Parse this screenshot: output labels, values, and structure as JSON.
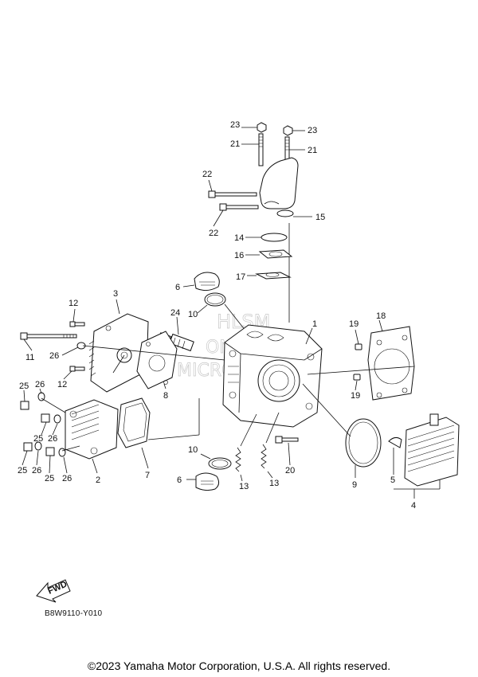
{
  "diagram": {
    "callouts": [
      {
        "id": "23a",
        "text": "23"
      },
      {
        "id": "23b",
        "text": "23"
      },
      {
        "id": "21a",
        "text": "21"
      },
      {
        "id": "21b",
        "text": "21"
      },
      {
        "id": "22a",
        "text": "22"
      },
      {
        "id": "22b",
        "text": "22"
      },
      {
        "id": "15",
        "text": "15"
      },
      {
        "id": "14",
        "text": "14"
      },
      {
        "id": "16",
        "text": "16"
      },
      {
        "id": "17",
        "text": "17"
      },
      {
        "id": "6a",
        "text": "6"
      },
      {
        "id": "10a",
        "text": "10"
      },
      {
        "id": "24",
        "text": "24"
      },
      {
        "id": "3",
        "text": "3"
      },
      {
        "id": "12a",
        "text": "12"
      },
      {
        "id": "11",
        "text": "11"
      },
      {
        "id": "26a",
        "text": "26"
      },
      {
        "id": "12b",
        "text": "12"
      },
      {
        "id": "8",
        "text": "8"
      },
      {
        "id": "1",
        "text": "1"
      },
      {
        "id": "19a",
        "text": "19"
      },
      {
        "id": "18",
        "text": "18"
      },
      {
        "id": "19b",
        "text": "19"
      },
      {
        "id": "25a",
        "text": "25"
      },
      {
        "id": "26b",
        "text": "26"
      },
      {
        "id": "25b",
        "text": "25"
      },
      {
        "id": "26c",
        "text": "26"
      },
      {
        "id": "25c",
        "text": "25"
      },
      {
        "id": "26d",
        "text": "26"
      },
      {
        "id": "25d",
        "text": "25"
      },
      {
        "id": "26e",
        "text": "26"
      },
      {
        "id": "2",
        "text": "2"
      },
      {
        "id": "7",
        "text": "7"
      },
      {
        "id": "10b",
        "text": "10"
      },
      {
        "id": "6b",
        "text": "6"
      },
      {
        "id": "13a",
        "text": "13"
      },
      {
        "id": "13b",
        "text": "13"
      },
      {
        "id": "20",
        "text": "20"
      },
      {
        "id": "9",
        "text": "9"
      },
      {
        "id": "5",
        "text": "5"
      },
      {
        "id": "4",
        "text": "4"
      }
    ],
    "fwd_arrow_text": "FWD",
    "diagram_code": "B8W9110-Y010",
    "watermark": [
      "HLSM",
      "ONLINE",
      "MICROFICHE"
    ]
  },
  "footer": {
    "copyright": "©2023 Yamaha Motor Corporation, U.S.A. All rights reserved."
  }
}
